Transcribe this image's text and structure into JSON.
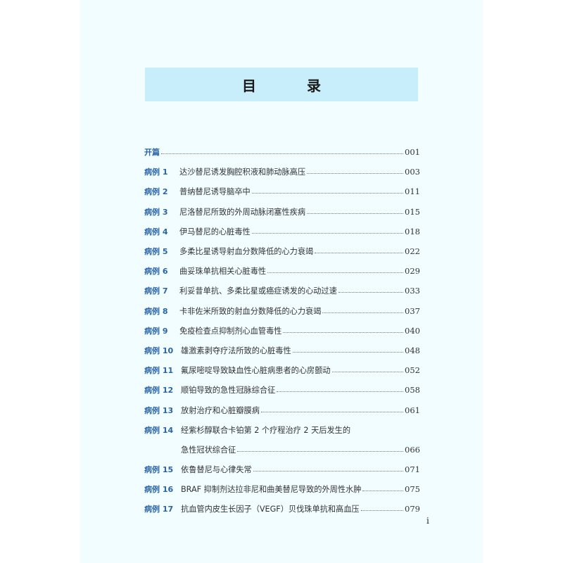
{
  "header": {
    "title": "目　录"
  },
  "toc": {
    "intro": {
      "label": "开篇",
      "page": "001"
    },
    "entries": [
      {
        "label": "病例 1",
        "title": "达沙替尼诱发胸腔积液和肺动脉高压",
        "page": "003"
      },
      {
        "label": "病例 2",
        "title": "普纳替尼诱导脑卒中",
        "page": "011"
      },
      {
        "label": "病例 3",
        "title": "尼洛替尼所致的外周动脉闭塞性疾病",
        "page": "015"
      },
      {
        "label": "病例 4",
        "title": "伊马替尼的心脏毒性",
        "page": "018"
      },
      {
        "label": "病例 5",
        "title": "多柔比星诱导射血分数降低的心力衰竭",
        "page": "022"
      },
      {
        "label": "病例 6",
        "title": "曲妥珠单抗相关心脏毒性",
        "page": "029"
      },
      {
        "label": "病例 7",
        "title": "利妥昔单抗、多柔比星或癌症诱发的心动过速",
        "page": "033"
      },
      {
        "label": "病例 8",
        "title": "卡非佐米所致的射血分数降低的心力衰竭",
        "page": "037"
      },
      {
        "label": "病例 9",
        "title": "免疫检查点抑制剂心血管毒性",
        "page": "040"
      },
      {
        "label": "病例 10",
        "title": "雄激素剥夺疗法所致的心脏毒性",
        "page": "048"
      },
      {
        "label": "病例 11",
        "title": "氟尿嘧啶导致缺血性心脏病患者的心房颤动",
        "page": "052"
      },
      {
        "label": "病例 12",
        "title": "顺铂导致的急性冠脉综合征",
        "page": "058"
      },
      {
        "label": "病例 13",
        "title": "放射治疗和心脏瓣膜病",
        "page": "061"
      },
      {
        "label": "病例 14",
        "title": "经紫杉醇联合卡铂第 2 个疗程治疗 2 天后发生的",
        "title_cont": "急性冠状综合征",
        "page": "066"
      },
      {
        "label": "病例 15",
        "title": "依鲁替尼与心律失常",
        "page": "071"
      },
      {
        "label": "病例 16",
        "title": "BRAF 抑制剂达拉非尼和曲美替尼导致的外周性水肿",
        "page": "075"
      },
      {
        "label": "病例 17",
        "title": "抗血管内皮生长因子（VEGF）贝伐珠单抗和高血压",
        "page": "079"
      }
    ]
  },
  "footer": {
    "folio": "i"
  },
  "colors": {
    "page_bg": "#f1fdff",
    "title_band": "#c9eefb",
    "label_blue": "#2a64a8"
  }
}
